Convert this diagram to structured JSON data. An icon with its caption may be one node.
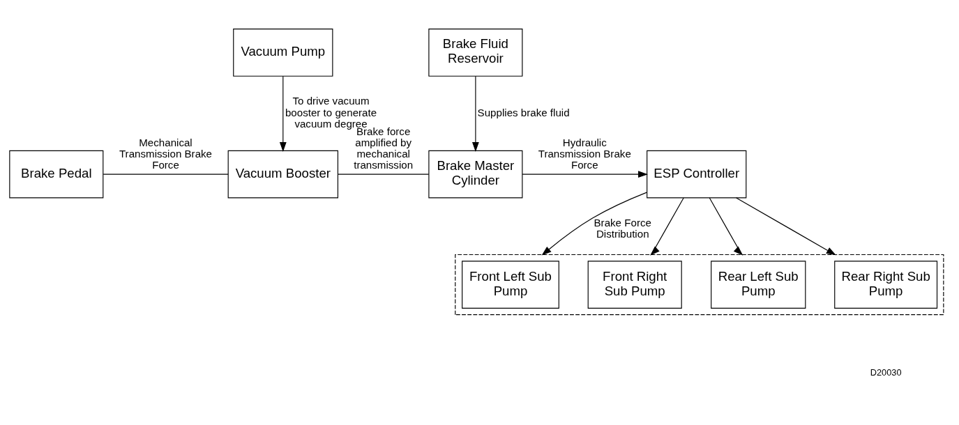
{
  "diagram": {
    "nodes": [
      {
        "text": [
          "Vacuum Pump"
        ]
      },
      {
        "text": [
          "Brake Fluid Reservoir"
        ]
      },
      {
        "text": [
          "Brake Pedal"
        ]
      },
      {
        "text": [
          "Vacuum Booster"
        ]
      },
      {
        "text": [
          "Brake Master Cylinder"
        ]
      },
      {
        "text": [
          "ESP Controller"
        ]
      },
      {
        "text": [],
        "shape": "box"
      },
      {
        "text": [
          "Front Left Sub Pump"
        ],
        "in": 6
      },
      {
        "text": [
          "Front Right Sub Pump"
        ],
        "in": 6
      },
      {
        "text": [
          "Rear Left Sub Pump"
        ],
        "in": 6
      },
      {
        "text": [
          "Rear Right Sub Pump"
        ],
        "in": 6
      }
    ],
    "edges": [
      {
        "from": 0,
        "to": 3,
        "arrow": "to",
        "label": "To drive vacuum booster to generate vacuum degree"
      },
      {
        "from": 1,
        "to": 4,
        "arrow": "to",
        "label": "Supplies brake fluid"
      },
      {
        "from": 2,
        "to": 3,
        "arrow": "none",
        "label": "Mechanical Transmission Brake Force"
      },
      {
        "from": 3,
        "to": 4,
        "arrow": "none",
        "label": "Brake force amplified by mechanical transmission"
      },
      {
        "from": 4,
        "to": 5,
        "arrow": "to",
        "label": "Hydraulic Transmission Brake Force"
      },
      {
        "from": 5,
        "to": 7,
        "arrow": "to",
        "label": "Brake Force Distribution"
      },
      {
        "from": 5,
        "to": 8,
        "arrow": "to"
      },
      {
        "from": 5,
        "to": 9,
        "arrow": "to"
      },
      {
        "from": 5,
        "to": 10,
        "arrow": "to"
      }
    ],
    "labels": [
      "D20030"
    ]
  }
}
